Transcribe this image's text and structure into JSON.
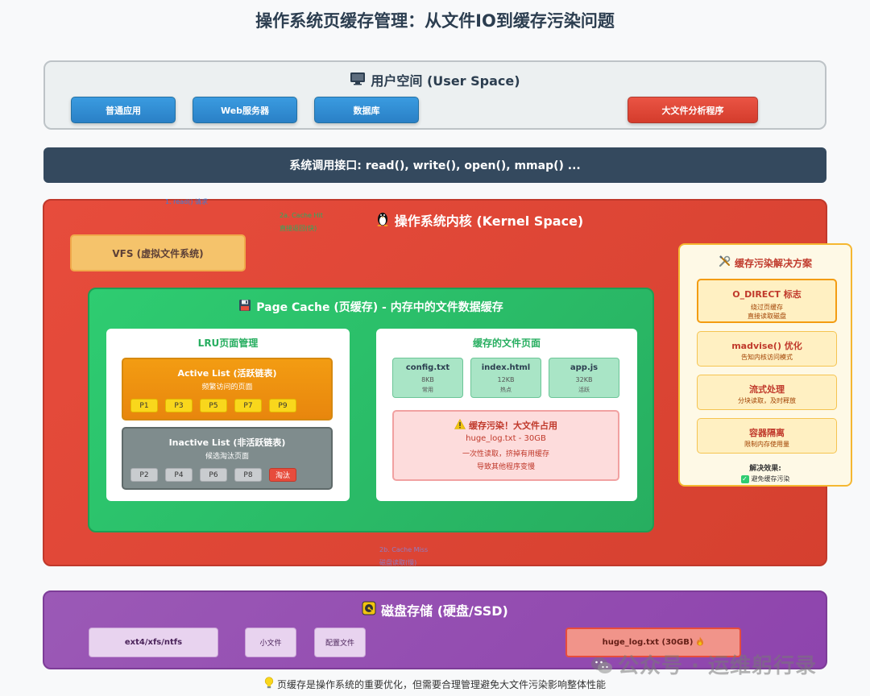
{
  "title": "操作系统页缓存管理：从文件IO到缓存污染问题",
  "user_space": {
    "title": "用户空间 (User Space)",
    "apps": [
      "普通应用",
      "Web服务器",
      "数据库",
      "大文件分析程序"
    ]
  },
  "syscall": {
    "label": "系统调用接口: read(), write(), open(), mmap() ..."
  },
  "kernel": {
    "title": "操作系统内核 (Kernel Space)",
    "label_read": "1. read() 请求",
    "label_cache_hit_1": "2a. Cache Hit",
    "label_cache_hit_2": "直接返回(快)",
    "label_cache_miss_1": "2b. Cache Miss",
    "label_cache_miss_2": "磁盘读取(慢)",
    "vfs": "VFS (虚拟文件系统)"
  },
  "page_cache": {
    "title": "Page Cache (页缓存) - 内存中的文件数据缓存",
    "lru": {
      "title": "LRU页面管理",
      "active": {
        "title": "Active List (活跃链表)",
        "subtitle": "频繁访问的页面",
        "pages": [
          "P1",
          "P3",
          "P5",
          "P7",
          "P9"
        ]
      },
      "inactive": {
        "title": "Inactive List (非活跃链表)",
        "subtitle": "候选淘汰页面",
        "pages": [
          "P2",
          "P4",
          "P6",
          "P8"
        ],
        "evict": "淘汰"
      }
    },
    "cached_files": {
      "title": "缓存的文件页面",
      "files": [
        {
          "name": "config.txt",
          "size": "8KB",
          "tag": "常用"
        },
        {
          "name": "index.html",
          "size": "12KB",
          "tag": "热点"
        },
        {
          "name": "app.js",
          "size": "32KB",
          "tag": "活跃"
        }
      ],
      "pollution": {
        "title": "缓存污染！大文件占用",
        "file": "huge_log.txt - 30GB",
        "line1": "一次性读取，挤掉有用缓存",
        "line2": "导致其他程序变慢"
      }
    }
  },
  "solutions": {
    "title": "缓存污染解决方案",
    "items": [
      {
        "name": "O_DIRECT 标志",
        "desc1": "绕过页缓存",
        "desc2": "直接读取磁盘"
      },
      {
        "name": "madvise() 优化",
        "desc1": "告知内核访问模式",
        "desc2": ""
      },
      {
        "name": "流式处理",
        "desc1": "分块读取，及时释放",
        "desc2": ""
      },
      {
        "name": "容器隔离",
        "desc1": "限制内存使用量",
        "desc2": ""
      }
    ],
    "effect_label": "解决效果:",
    "effect": "避免缓存污染"
  },
  "disk": {
    "title": "磁盘存储 (硬盘/SSD)",
    "fs": "ext4/xfs/ntfs",
    "small": "小文件",
    "config": "配置文件",
    "huge": "huge_log.txt (30GB)"
  },
  "footer": "页缓存是操作系统的重要优化，但需要合理管理避免大文件污染影响整体性能",
  "watermark": "公众号 · 运维躬行录",
  "colors": {
    "kernel": "#e74c3c",
    "page_cache": "#2ecc71",
    "disk": "#9b59b6",
    "syscall": "#34495e",
    "solutions_border": "#f5b731"
  }
}
